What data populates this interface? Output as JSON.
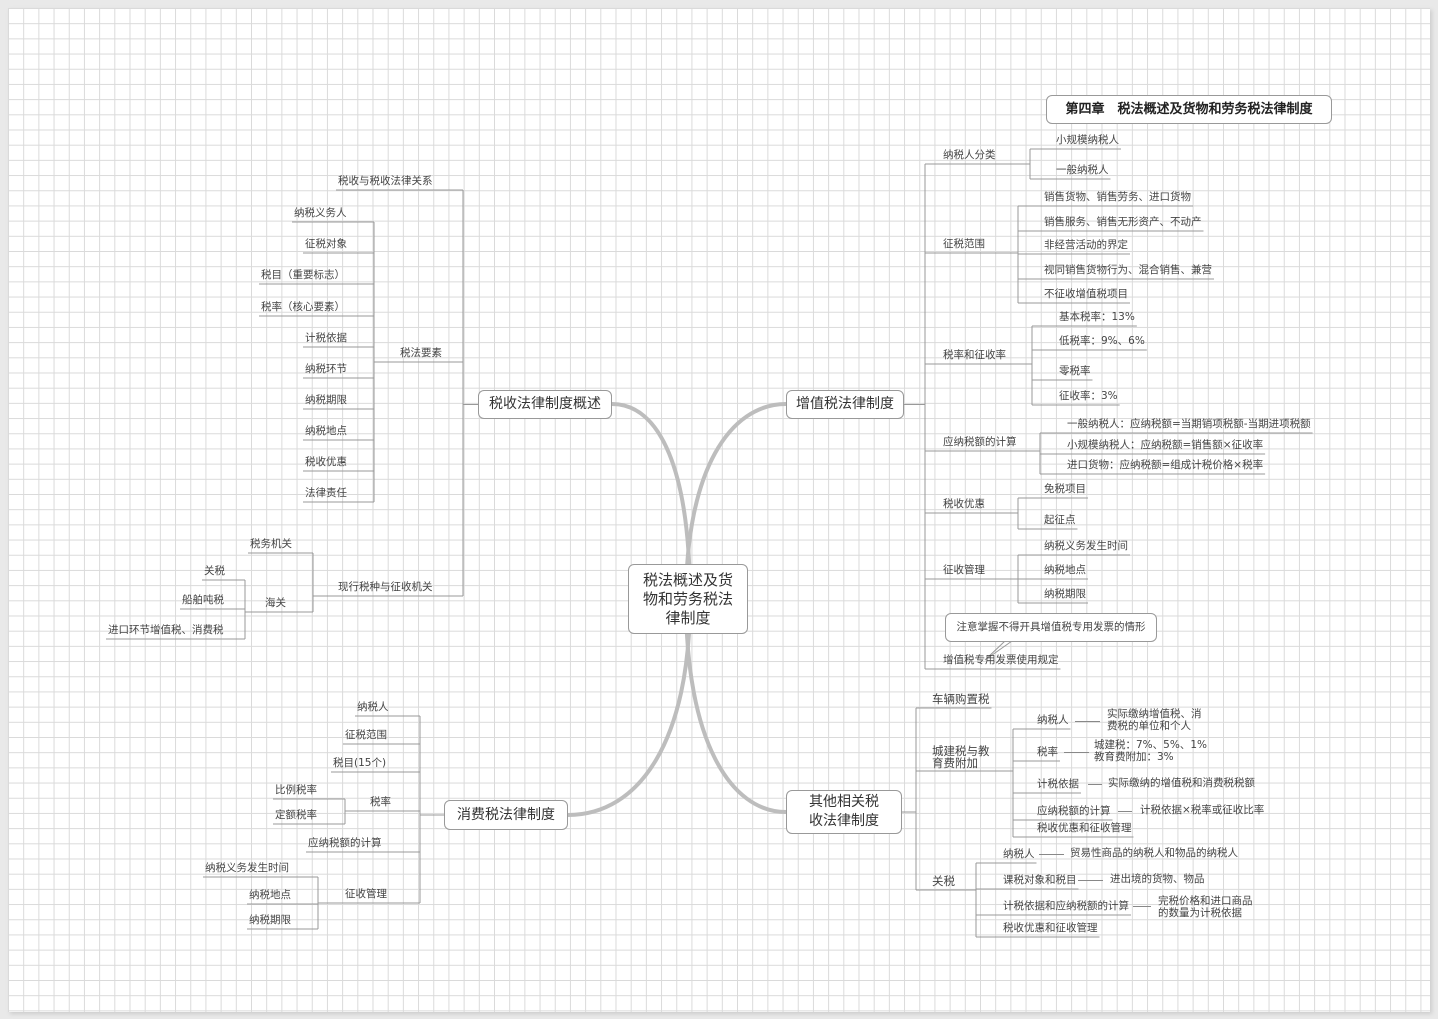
{
  "title": "第四章　税法概述及货物和劳务税法律制度",
  "center": "税法概述及货物和劳务税法律制度",
  "overview": {
    "label": "税收法律制度概述",
    "relation": "税收与税收法律关系",
    "elements": {
      "label": "税法要素",
      "items": [
        "纳税义务人",
        "征税对象",
        "税目（重要标志）",
        "税率（核心要素）",
        "计税依据",
        "纳税环节",
        "纳税期限",
        "纳税地点",
        "税收优惠",
        "法律责任"
      ]
    },
    "current": {
      "label": "现行税种与征收机关",
      "tax_bureau": "税务机关",
      "customs": {
        "label": "海关",
        "items": [
          "关税",
          "船舶吨税",
          "进口环节增值税、消费税"
        ]
      }
    }
  },
  "vat": {
    "label": "增值税法律制度",
    "taxpayer": {
      "label": "纳税人分类",
      "items": [
        "小规模纳税人",
        "一般纳税人"
      ]
    },
    "scope": {
      "label": "征税范围",
      "items": [
        "销售货物、销售劳务、进口货物",
        "销售服务、销售无形资产、不动产",
        "非经营活动的界定",
        "视同销售货物行为、混合销售、兼营",
        "不征收增值税项目"
      ]
    },
    "rates": {
      "label": "税率和征收率",
      "items": [
        "基本税率：13%",
        "低税率：9%、6%",
        "零税率",
        "征收率：3%"
      ]
    },
    "calc": {
      "label": "应纳税额的计算",
      "items": [
        "一般纳税人：应纳税额=当期销项税额-当期进项税额",
        "小规模纳税人：应纳税额=销售额×征收率",
        "进口货物：应纳税额=组成计税价格×税率"
      ]
    },
    "incentive": {
      "label": "税收优惠",
      "items": [
        "免税项目",
        "起征点"
      ]
    },
    "admin": {
      "label": "征收管理",
      "items": [
        "纳税义务发生时间",
        "纳税地点",
        "纳税期限"
      ]
    },
    "invoice": {
      "label": "增值税专用发票使用规定",
      "note": "注意掌握不得开具增值税专用发票的情形"
    }
  },
  "consumption": {
    "label": "消费税法律制度",
    "items": [
      "纳税人",
      "征税范围",
      "税目(15个)"
    ],
    "rate": {
      "label": "税率",
      "items": [
        "比例税率",
        "定额税率"
      ]
    },
    "calc": "应纳税额的计算",
    "admin": {
      "label": "征收管理",
      "items": [
        "纳税义务发生时间",
        "纳税地点",
        "纳税期限"
      ]
    }
  },
  "other": {
    "label": "其他相关税收法律制度",
    "vehicle": "车辆购置税",
    "urban": {
      "label": "城建税与教育费附加",
      "rows": [
        {
          "k": "纳税人",
          "v": "实际缴纳增值税、消费税的单位和个人"
        },
        {
          "k": "税率",
          "v1": "城建税：7%、5%、1%",
          "v2": "教育费附加：3%"
        },
        {
          "k": "计税依据",
          "v": "实际缴纳的增值税和消费税税额"
        },
        {
          "k": "应纳税额的计算",
          "v": "计税依据×税率或征收比率"
        },
        {
          "k": "税收优惠和征收管理"
        }
      ]
    },
    "customs": {
      "label": "关税",
      "rows": [
        {
          "k": "纳税人",
          "v": "贸易性商品的纳税人和物品的纳税人"
        },
        {
          "k": "课税对象和税目",
          "v": "进出境的货物、物品"
        },
        {
          "k": "计税依据和应纳税额的计算",
          "v": "完税价格和进口商品的数量为计税依据"
        },
        {
          "k": "税收优惠和征收管理"
        }
      ]
    }
  }
}
